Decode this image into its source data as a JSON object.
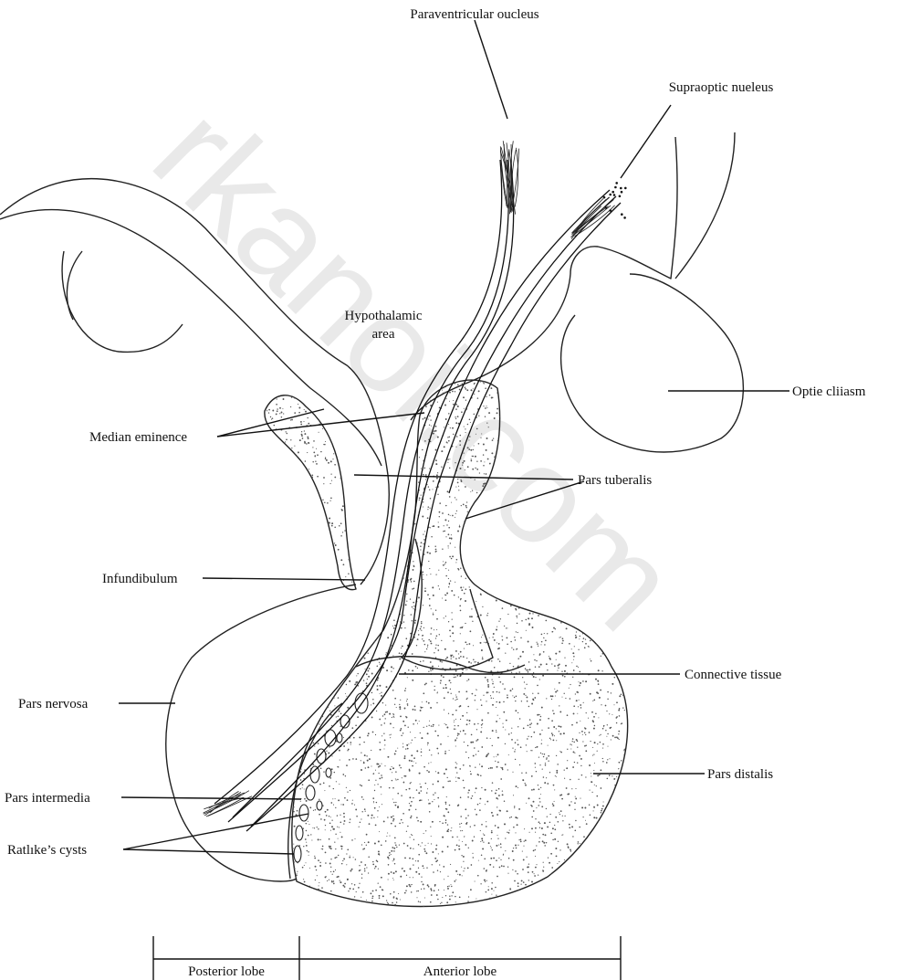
{
  "diagram": {
    "labels": {
      "paraventricular_nucleus": "Paraventricular oucleus",
      "supraoptic_nucleus": "Supraoptic nueleus",
      "hypothalamic_area": [
        "Hypothalamic",
        "area"
      ],
      "optic_chiasm": "Optie cliiasm",
      "median_eminence": "Median eminence",
      "pars_tuberalis": "Pars tuberalis",
      "infundibulum": "Infundibulum",
      "connective_tissue": "Connective tissue",
      "pars_nervosa": "Pars nervosa",
      "pars_distalis": "Pars distalis",
      "pars_intermedia": "Pars intermedia",
      "rathkes_cysts": "Ratlıke’s cysts"
    },
    "lobes": {
      "posterior": "Posterior lobe",
      "anterior": "Anterior lobe"
    },
    "watermark": "rkanoi.com",
    "colors": {
      "ink": "#111111",
      "stipple": "#555555",
      "watermark": "#e9e9e9",
      "background": "#ffffff"
    }
  }
}
